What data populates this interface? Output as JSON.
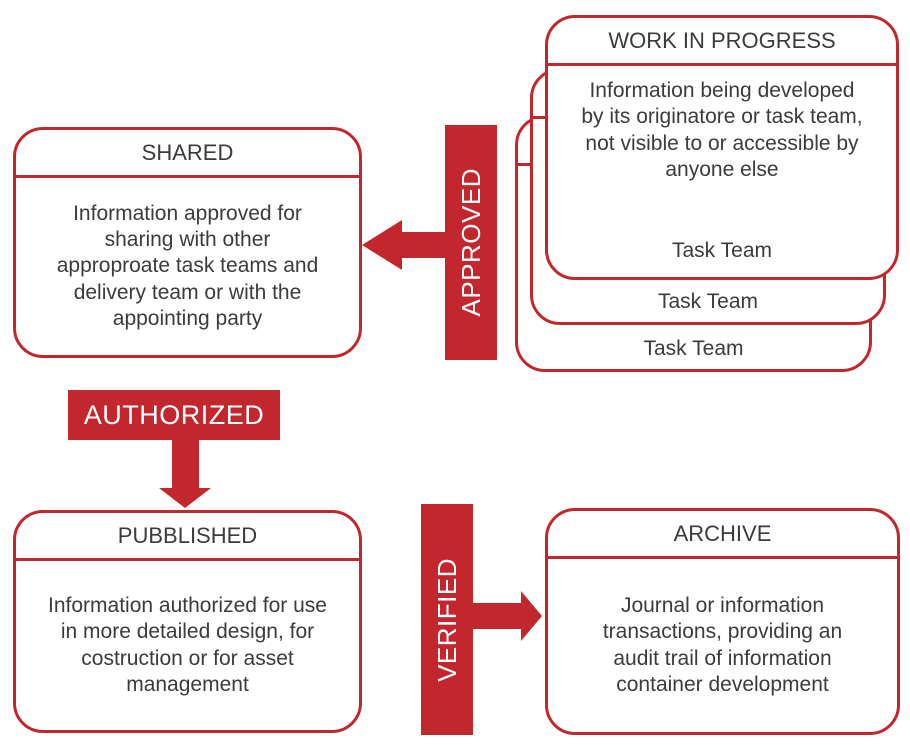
{
  "colors": {
    "red": "#C1272D",
    "text": "#3B3B3B",
    "background": "#FFFFFF"
  },
  "cards": {
    "wip": {
      "title": "WORK IN PROGRESS",
      "body": "Information being developed\nby its originatore or task team,\nnot visible to or accessible by\nanyone else",
      "owner_label": "Task Team",
      "stack_labels": [
        "Task Team",
        "Task Team"
      ]
    },
    "shared": {
      "title": "SHARED",
      "body": "Information approved for\nsharing with other\napproproate task teams and\ndelivery team or with the\nappointing party"
    },
    "pubblished": {
      "title": "PUBBLISHED",
      "body": "Information authorized for use\nin more detailed design, for\ncostruction or for asset\nmanagement"
    },
    "archive": {
      "title": "ARCHIVE",
      "body": "Journal or information\ntransactions, providing an\naudit trail of information\ncontainer development"
    }
  },
  "transitions": {
    "approved": "APPROVED",
    "authorized": "AUTHORIZED",
    "verified": "VERIFIED"
  }
}
